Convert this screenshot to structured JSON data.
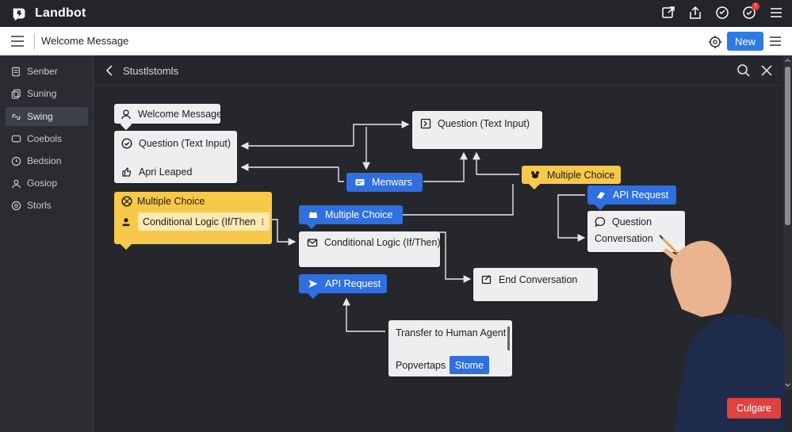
{
  "app": {
    "name": "Landbot"
  },
  "subbar": {
    "title": "Welcome Message",
    "new_label": "New"
  },
  "sidebar": {
    "items": [
      {
        "label": "Senber",
        "icon": "document-icon"
      },
      {
        "label": "Suning",
        "icon": "copy-icon"
      },
      {
        "label": "Swing",
        "icon": "link-icon"
      },
      {
        "label": "Coebols",
        "icon": "chat-icon"
      },
      {
        "label": "Bedsion",
        "icon": "clock-icon"
      },
      {
        "label": "Gosiop",
        "icon": "user-icon"
      },
      {
        "label": "Storls",
        "icon": "settings-icon"
      }
    ],
    "active_index": 2
  },
  "canvas": {
    "title": "Stustlstomls"
  },
  "nodes": {
    "welcome_message": "Welcome Message",
    "question_text_input_left": "Question (Text Input)",
    "apri_leaped": "Apri Leaped",
    "multiple_choice_left": "Multiple Choice",
    "conditional_logic_left": "Conditional Logic (If/Then",
    "question_text_input_top": "Question (Text Input)",
    "menwars": "Menwars",
    "multiple_choice_right": "Multiple Choice",
    "api_request_right": "API Request",
    "question_conversation_1": "Question",
    "question_conversation_2": "Conversation",
    "multiple_choice_center": "Multiple Choice",
    "conditional_logic_center": "Conditional Logic (If/Then)",
    "api_request_center": "API Request",
    "end_conversation": "End Conversation",
    "transfer_human": "Transfer to Human Agent",
    "popvertaps": "Popvertaps",
    "stome": "Stome"
  },
  "footer": {
    "action_label": "Culgare"
  },
  "colors": {
    "accent_blue": "#2f6fe0",
    "yellow": "#f7c84a",
    "red": "#e0423f",
    "canvas_bg": "#26272c"
  }
}
